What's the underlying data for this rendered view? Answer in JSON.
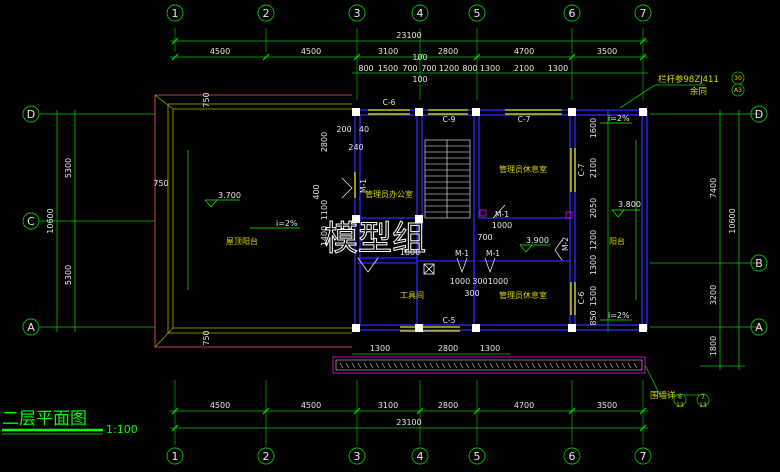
{
  "title": "二层平面图",
  "scale": "1:100",
  "watermark": "模型组",
  "grid_top": [
    "1",
    "2",
    "3",
    "4",
    "5",
    "6",
    "7"
  ],
  "grid_bottom": [
    "1",
    "2",
    "3",
    "4",
    "5",
    "6",
    "7"
  ],
  "grid_left": [
    "D",
    "C",
    "A"
  ],
  "grid_right": [
    "D",
    "B",
    "A"
  ],
  "dims": {
    "total_top": "23100",
    "total_bottom": "23100",
    "bays_top": [
      "4500",
      "4500",
      "3100",
      "2800",
      "4700",
      "3500"
    ],
    "bays_bottom": [
      "4500",
      "4500",
      "3100",
      "2800",
      "4700",
      "3500"
    ],
    "detail_top": [
      "800",
      "1500",
      "700",
      "700",
      "1200",
      "800",
      "1300",
      "2100",
      "1300"
    ],
    "detail_top_upper": "100",
    "detail_top_lower": "100",
    "left_outer": "10600",
    "left_inner": [
      "5300",
      "5300"
    ],
    "right_outer": "10600",
    "right_inner": [
      "7400",
      "3200",
      "1800"
    ],
    "right_detail": [
      "1600",
      "2100",
      "2050",
      "1200",
      "1300",
      "1500",
      "850"
    ],
    "bottom_detail": [
      "1300",
      "2800",
      "1300"
    ],
    "left_small": [
      "750",
      "750",
      "750"
    ],
    "inner_left": [
      "2800",
      "400",
      "1100",
      "1400"
    ],
    "misc": [
      "200",
      "40",
      "240",
      "1000",
      "700",
      "1000",
      "300",
      "1000",
      "300",
      "1000"
    ]
  },
  "rooms": {
    "roof_terrace": "屋顶阳台",
    "manager_office": "管理员办公室",
    "manager_bedroom_1": "管理员休息室",
    "manager_bedroom_2": "管理员休息室",
    "tool_room": "工具间",
    "balcony": "阳台"
  },
  "elevations": [
    "3.700",
    "3.800",
    "3.900"
  ],
  "slopes": [
    "i=2%",
    "i=2%",
    "i=2%"
  ],
  "doors": [
    "M-1",
    "M-1",
    "M-1",
    "M-1",
    "M-2"
  ],
  "windows": [
    "C-6",
    "C-9",
    "C-7",
    "C-7",
    "C-6",
    "C-5"
  ],
  "notes": {
    "railing": "栏杆参98ZJ411",
    "railing_sub": "余同",
    "railing_ref_top": "30",
    "railing_ref_bottom": "A3",
    "wall_note": "围墙详",
    "wall_ref_left": [
      "6",
      "13"
    ],
    "wall_ref_right": [
      "7",
      "13"
    ]
  },
  "colors": {
    "line": "#00c800",
    "wall": "#2222ff",
    "column": "#ffffff",
    "text": "#d8d800",
    "text_green": "#00ff00",
    "magenta": "#ff00ff",
    "yellow": "#e6e600",
    "title": "#00ff00"
  }
}
